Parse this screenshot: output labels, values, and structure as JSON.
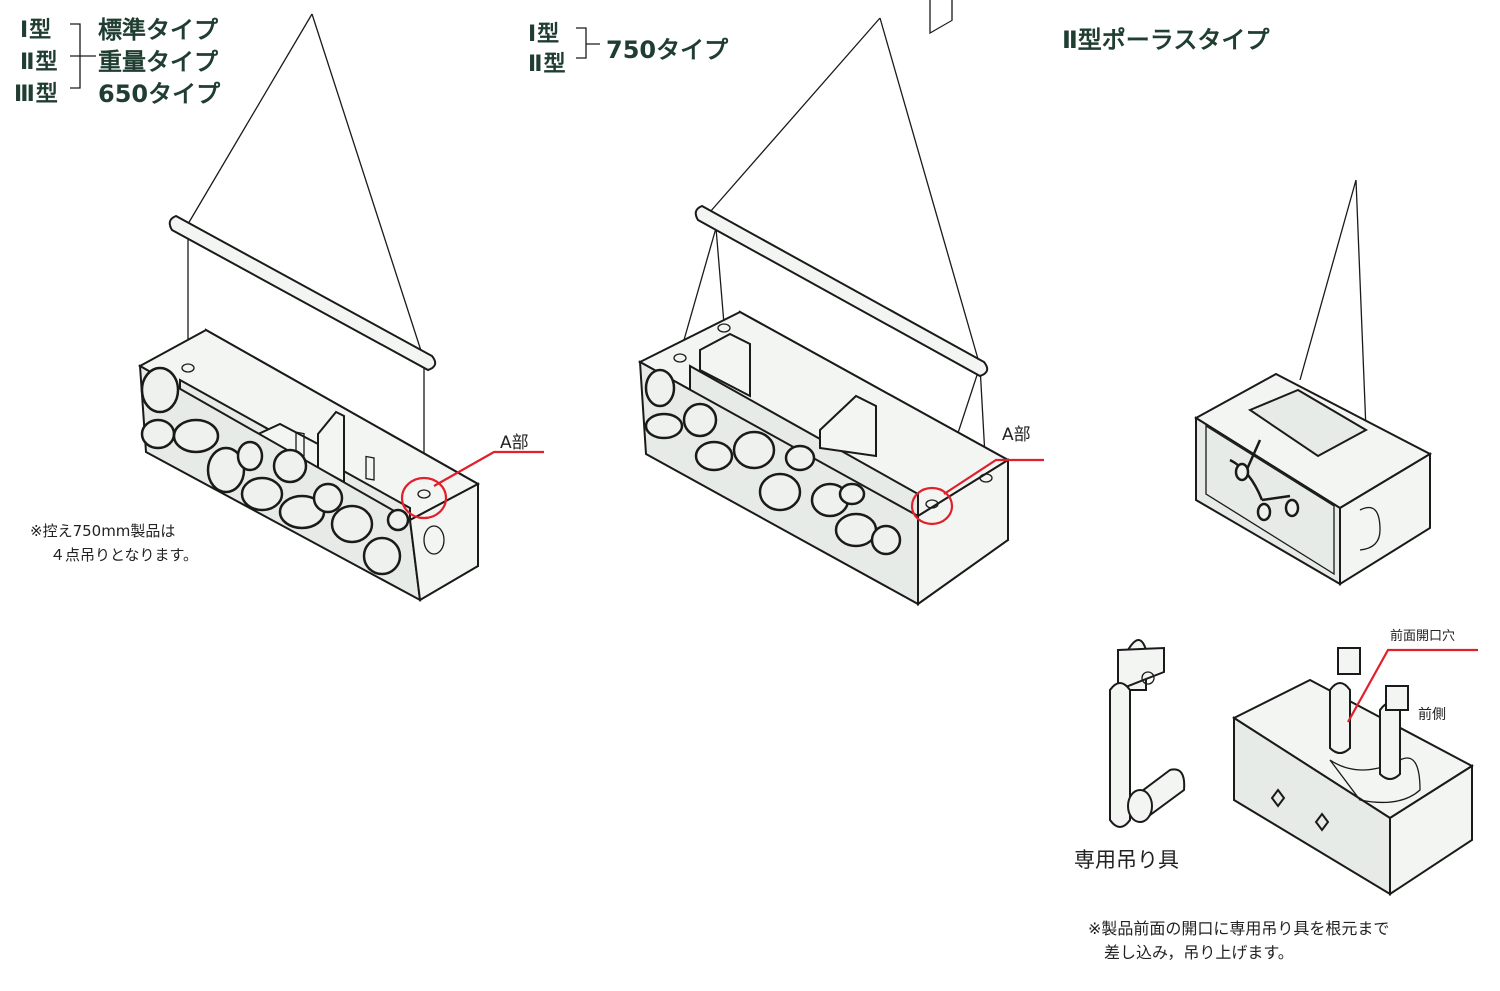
{
  "left_group": {
    "types": [
      "Ⅰ型",
      "Ⅱ型",
      "Ⅲ型"
    ],
    "variants": [
      "標準タイプ",
      "重量タイプ",
      "650タイプ"
    ],
    "label_a": "A部",
    "note_lines": [
      "※控え750mm製品は",
      "４点吊りとなります。"
    ]
  },
  "middle_group": {
    "types": [
      "Ⅰ型",
      "Ⅱ型"
    ],
    "variant": "750タイプ",
    "label_a": "A部"
  },
  "right_group": {
    "title": "Ⅱ型ポーラスタイプ",
    "front_hole_label": "前面開口穴",
    "front_side_label": "前側",
    "tool_caption": "専用吊り具",
    "note_lines": [
      "※製品前面の開口に専用吊り具を根元まで",
      "差し込み，吊り上げます。"
    ]
  },
  "colors": {
    "heading": "#1f3d31",
    "highlight": "#e0202a"
  }
}
